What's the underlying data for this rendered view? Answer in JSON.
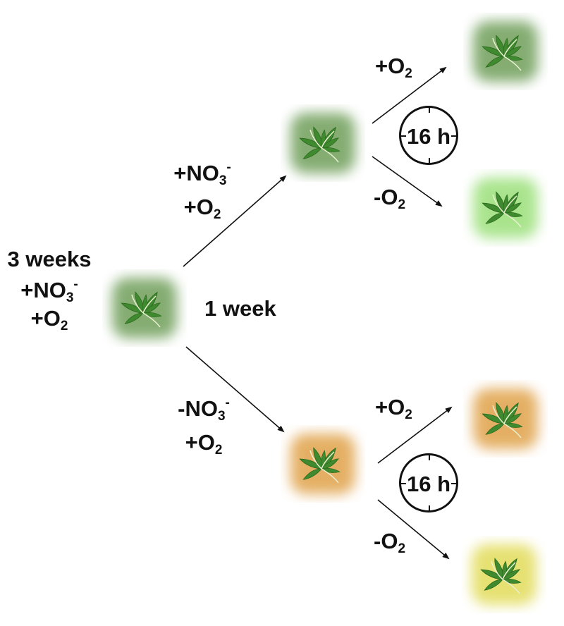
{
  "initial": {
    "duration": "3 weeks",
    "nitrate": {
      "sign": "+",
      "base": "NO",
      "sub": "3",
      "sup": "-"
    },
    "oxygen": {
      "sign": "+",
      "base": "O",
      "sub": "2"
    }
  },
  "stage1_duration": "1 week",
  "upper_branch": {
    "nitrate": {
      "sign": "+",
      "base": "NO",
      "sub": "3",
      "sup": "-"
    },
    "oxygen": {
      "sign": "+",
      "base": "O",
      "sub": "2"
    }
  },
  "lower_branch": {
    "nitrate": {
      "sign": "-",
      "base": "NO",
      "sub": "3",
      "sup": "-"
    },
    "oxygen": {
      "sign": "+",
      "base": "O",
      "sub": "2"
    }
  },
  "treatments": {
    "upper_plus": {
      "sign": "+",
      "base": "O",
      "sub": "2"
    },
    "upper_minus": {
      "sign": "-",
      "base": "O",
      "sub": "2"
    },
    "lower_plus": {
      "sign": "+",
      "base": "O",
      "sub": "2"
    },
    "lower_minus": {
      "sign": "-",
      "base": "O",
      "sub": "2"
    }
  },
  "clock_upper": "16 h",
  "clock_lower": "16 h",
  "colors": {
    "glow_green": "#6f9f5a",
    "glow_light_green": "#9be07a",
    "glow_orange": "#e0a24a",
    "glow_yellow": "#e2dc5a",
    "leaf": "#3f8a2e",
    "leaf_dark": "#2c6a1f",
    "arrow": "#111111"
  }
}
